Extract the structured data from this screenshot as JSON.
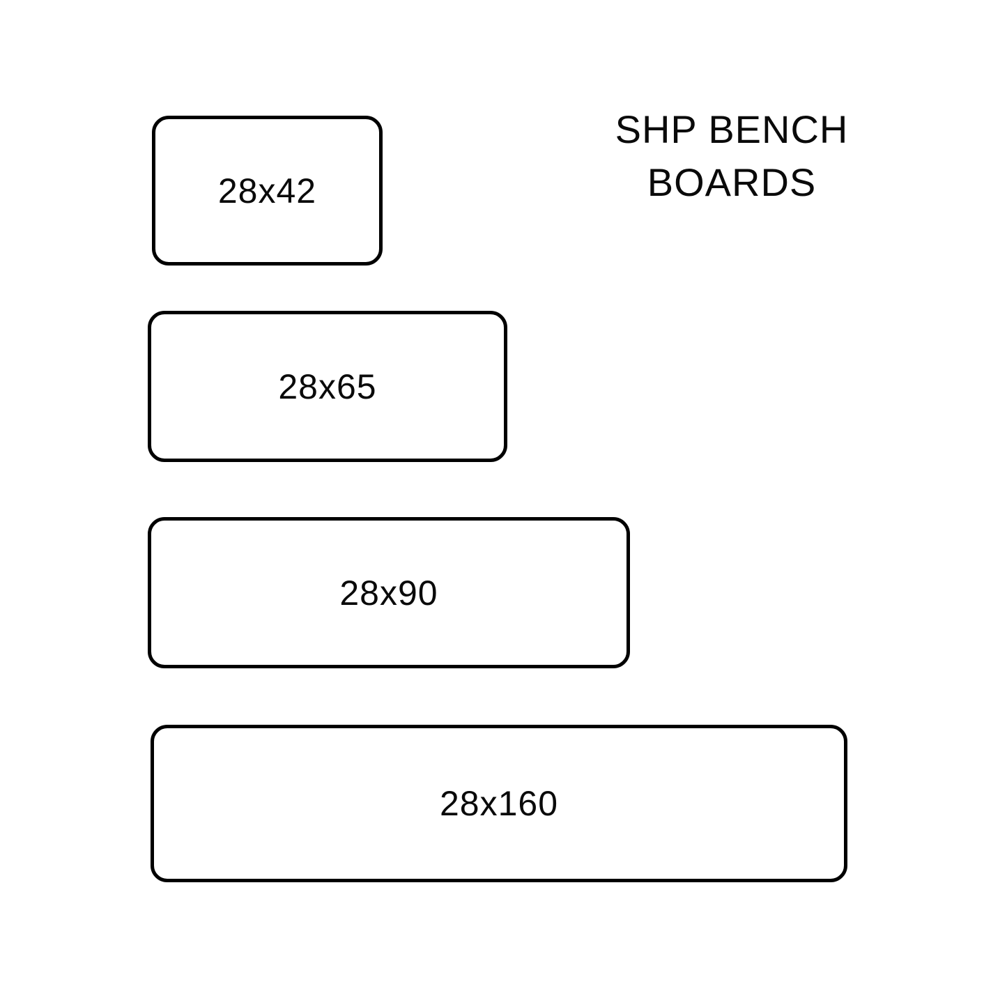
{
  "title": {
    "line1": "SHP BENCH",
    "line2": "BOARDS"
  },
  "boards": [
    {
      "label": "28x42"
    },
    {
      "label": "28x65"
    },
    {
      "label": "28x90"
    },
    {
      "label": "28x160"
    }
  ],
  "colors": {
    "background": "#ffffff",
    "board_fill": "#ffffff",
    "board_border": "#000000",
    "text": "#0a0a0a"
  }
}
